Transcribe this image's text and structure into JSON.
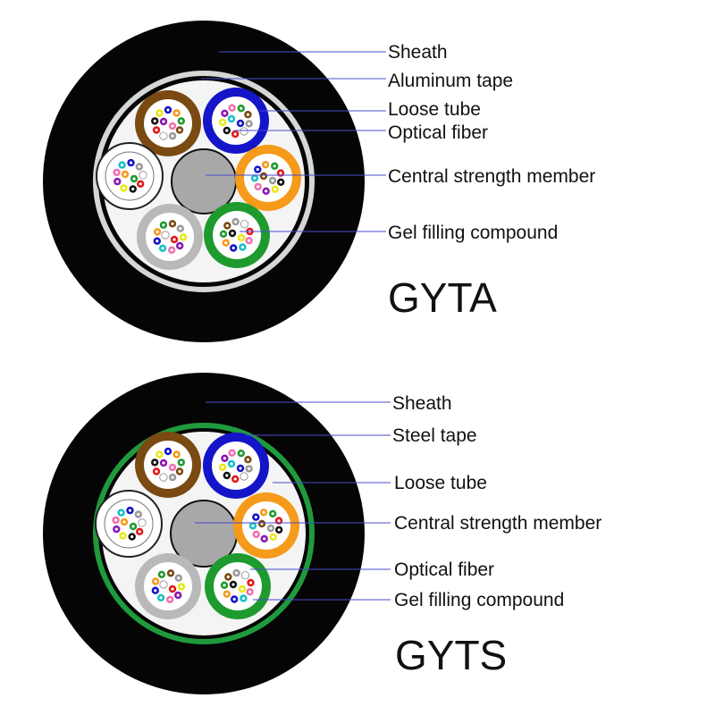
{
  "colors": {
    "sheath": "#050505",
    "aluminum_tape": "#d6d6d6",
    "steel_tape": "#1f9a3c",
    "filler": "#f4f4f4",
    "central_member": "#a8a8a8",
    "leader_line": "#4a4ad0",
    "tube_brown": "#7a4a12",
    "tube_blue": "#1414c8",
    "tube_white": "#ffffff",
    "tube_orange": "#f59a1a",
    "tube_grey": "#b9b9b9",
    "tube_green": "#1e9a2e"
  },
  "fiber_colors": [
    "#1414c8",
    "#f59a1a",
    "#1e9a2e",
    "#7a4a12",
    "#9a9a9a",
    "#ffffff",
    "#e01818",
    "#111111",
    "#e8e818",
    "#8a18b0",
    "#f070b0",
    "#18c0c8"
  ],
  "diagrams": [
    {
      "title": "GYTA",
      "armor": "aluminum_tape",
      "labels": [
        "Sheath",
        "Aluminum tape",
        "Loose tube",
        "Optical fiber",
        "Central strength member",
        "Gel filling compound"
      ]
    },
    {
      "title": "GYTS",
      "armor": "steel_tape",
      "labels": [
        "Sheath",
        "Steel tape",
        "Loose tube",
        "Central strength member",
        "Optical fiber",
        "Gel filling compound"
      ]
    }
  ]
}
